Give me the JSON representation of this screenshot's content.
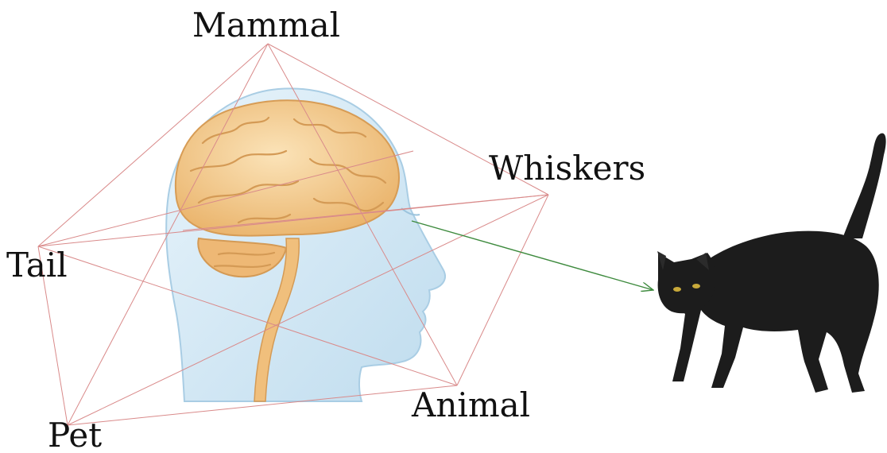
{
  "concepts": {
    "mammal": "Mammal",
    "whiskers": "Whiskers",
    "tail": "Tail",
    "animal": "Animal",
    "pet": "Pet"
  },
  "colors": {
    "network_line": "#d98a8a",
    "perception_arrow": "#3d8a3d",
    "brain": "#f3c98d",
    "head": "#d6ebf7",
    "cat": "#1c1c1c"
  },
  "icons": {
    "head": "human-head-silhouette",
    "brain": "brain-illustration",
    "cat": "walking-black-cat"
  }
}
